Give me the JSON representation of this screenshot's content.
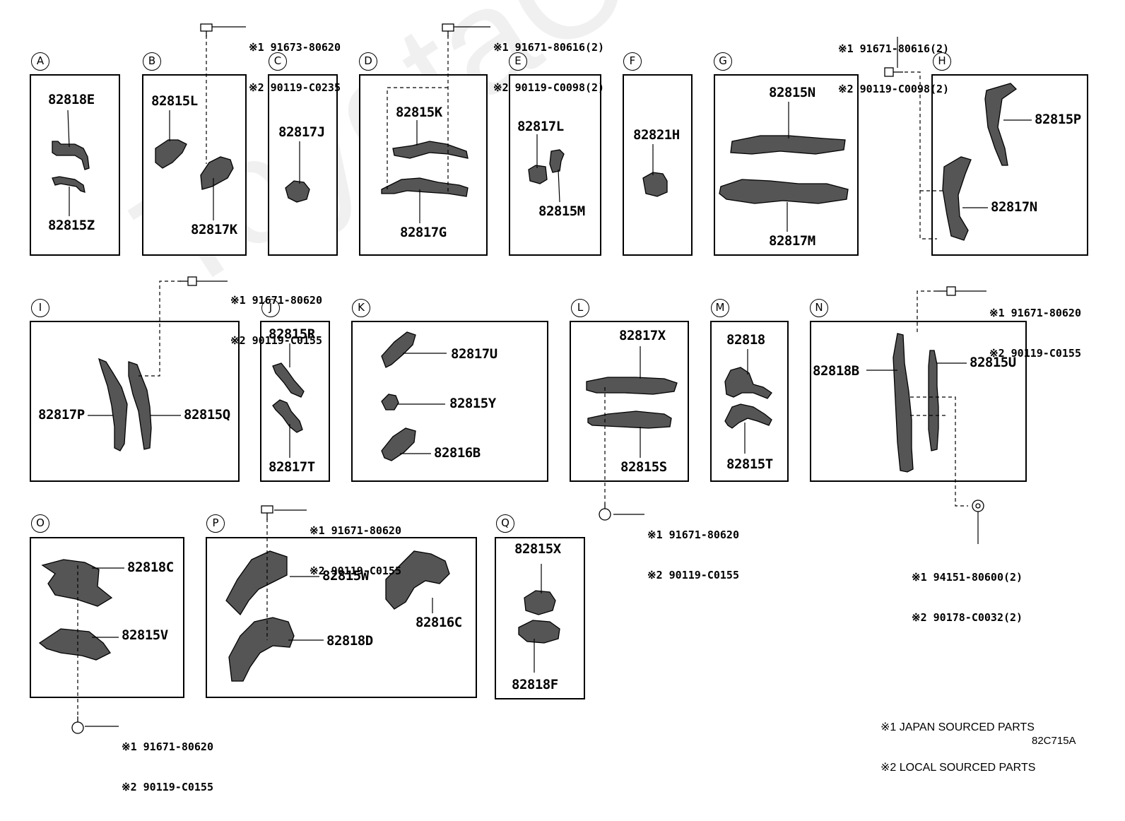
{
  "watermark": "ToyotaCarMine.ru",
  "diagram_code": "82C715A",
  "legend": {
    "line1": "※1 JAPAN SOURCED PARTS",
    "line2": "※2 LOCAL SOURCED PARTS"
  },
  "groups": {
    "A": {
      "letter": "A",
      "parts": [
        "82818E",
        "82815Z"
      ]
    },
    "B": {
      "letter": "B",
      "parts": [
        "82815L",
        "82817K"
      ]
    },
    "C": {
      "letter": "C",
      "parts": [
        "82817J"
      ]
    },
    "D": {
      "letter": "D",
      "parts": [
        "82815K",
        "82817G"
      ]
    },
    "E": {
      "letter": "E",
      "parts": [
        "82817L",
        "82815M"
      ]
    },
    "F": {
      "letter": "F",
      "parts": [
        "82821H"
      ]
    },
    "G": {
      "letter": "G",
      "parts": [
        "82815N",
        "82817M"
      ]
    },
    "H": {
      "letter": "H",
      "parts": [
        "82815P",
        "82817N"
      ]
    },
    "I": {
      "letter": "I",
      "parts": [
        "82817P",
        "82815Q"
      ]
    },
    "J": {
      "letter": "J",
      "parts": [
        "82815R",
        "82817T"
      ]
    },
    "K": {
      "letter": "K",
      "parts": [
        "82817U",
        "82815Y",
        "82816B"
      ]
    },
    "L": {
      "letter": "L",
      "parts": [
        "82817X",
        "82815S"
      ]
    },
    "M": {
      "letter": "M",
      "parts": [
        "82818",
        "82815T"
      ]
    },
    "N": {
      "letter": "N",
      "parts": [
        "82818B",
        "82815U"
      ]
    },
    "O": {
      "letter": "O",
      "parts": [
        "82818C",
        "82815V"
      ]
    },
    "P": {
      "letter": "P",
      "parts": [
        "82815W",
        "82816C",
        "82818D"
      ]
    },
    "Q": {
      "letter": "Q",
      "parts": [
        "82815X",
        "82818F"
      ]
    }
  },
  "fasteners": {
    "b": {
      "line1": "※1 91673-80620",
      "line2": "※2 90119-C0235"
    },
    "d": {
      "line1": "※1 91671-80616(2)",
      "line2": "※2 90119-C0098(2)"
    },
    "h": {
      "line1": "※1 91671-80616(2)",
      "line2": "※2 90119-C0098(2)"
    },
    "i": {
      "line1": "※1 91671-80620",
      "line2": "※2 90119-C0155"
    },
    "n": {
      "line1": "※1 91671-80620",
      "line2": "※2 90119-C0155"
    },
    "p": {
      "line1": "※1 91671-80620",
      "line2": "※2 90119-C0155"
    },
    "l": {
      "line1": "※1 91671-80620",
      "line2": "※2 90119-C0155"
    },
    "n2": {
      "line1": "※1 94151-80600(2)",
      "line2": "※2 90178-C0032(2)"
    },
    "o": {
      "line1": "※1 91671-80620",
      "line2": "※2 90119-C0155"
    }
  }
}
